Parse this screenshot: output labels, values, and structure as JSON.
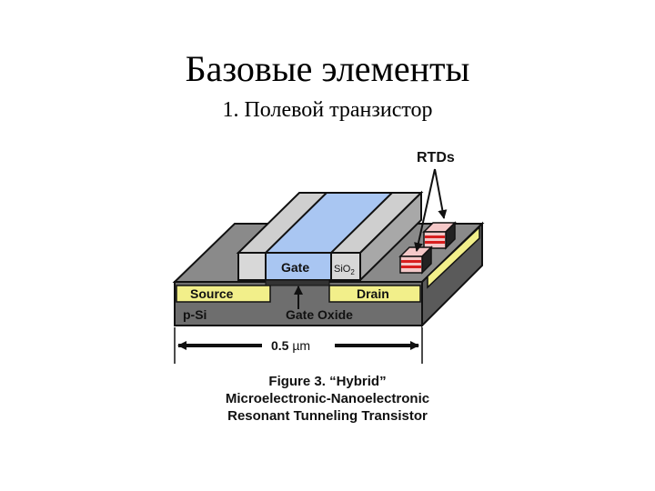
{
  "slide": {
    "title": "Базовые элементы",
    "subtitle": "1. Полевой транзистор"
  },
  "diagram": {
    "labels": {
      "rtds": "RTDs",
      "gate": "Gate",
      "sio2_main": "SiO",
      "sio2_sub": "2",
      "source": "Source",
      "drain": "Drain",
      "p_si": "p-Si",
      "gate_oxide": "Gate Oxide",
      "dimension_num": "0.5 ",
      "dimension_unit": "µm"
    },
    "colors": {
      "substrate_dark": "#6e6e6e",
      "substrate_top": "#8a8a8a",
      "yellow": "#f2ef8a",
      "gate_blue": "#a9c6f2",
      "sio2_gray": "#cfcfcf",
      "rtd_pink": "#f4c8c8",
      "rtd_red": "#d81e1e"
    }
  },
  "caption": {
    "line1": "Figure 3.  “Hybrid”",
    "line2": "Microelectronic-Nanoelectronic",
    "line3": "Resonant Tunneling Transistor"
  }
}
